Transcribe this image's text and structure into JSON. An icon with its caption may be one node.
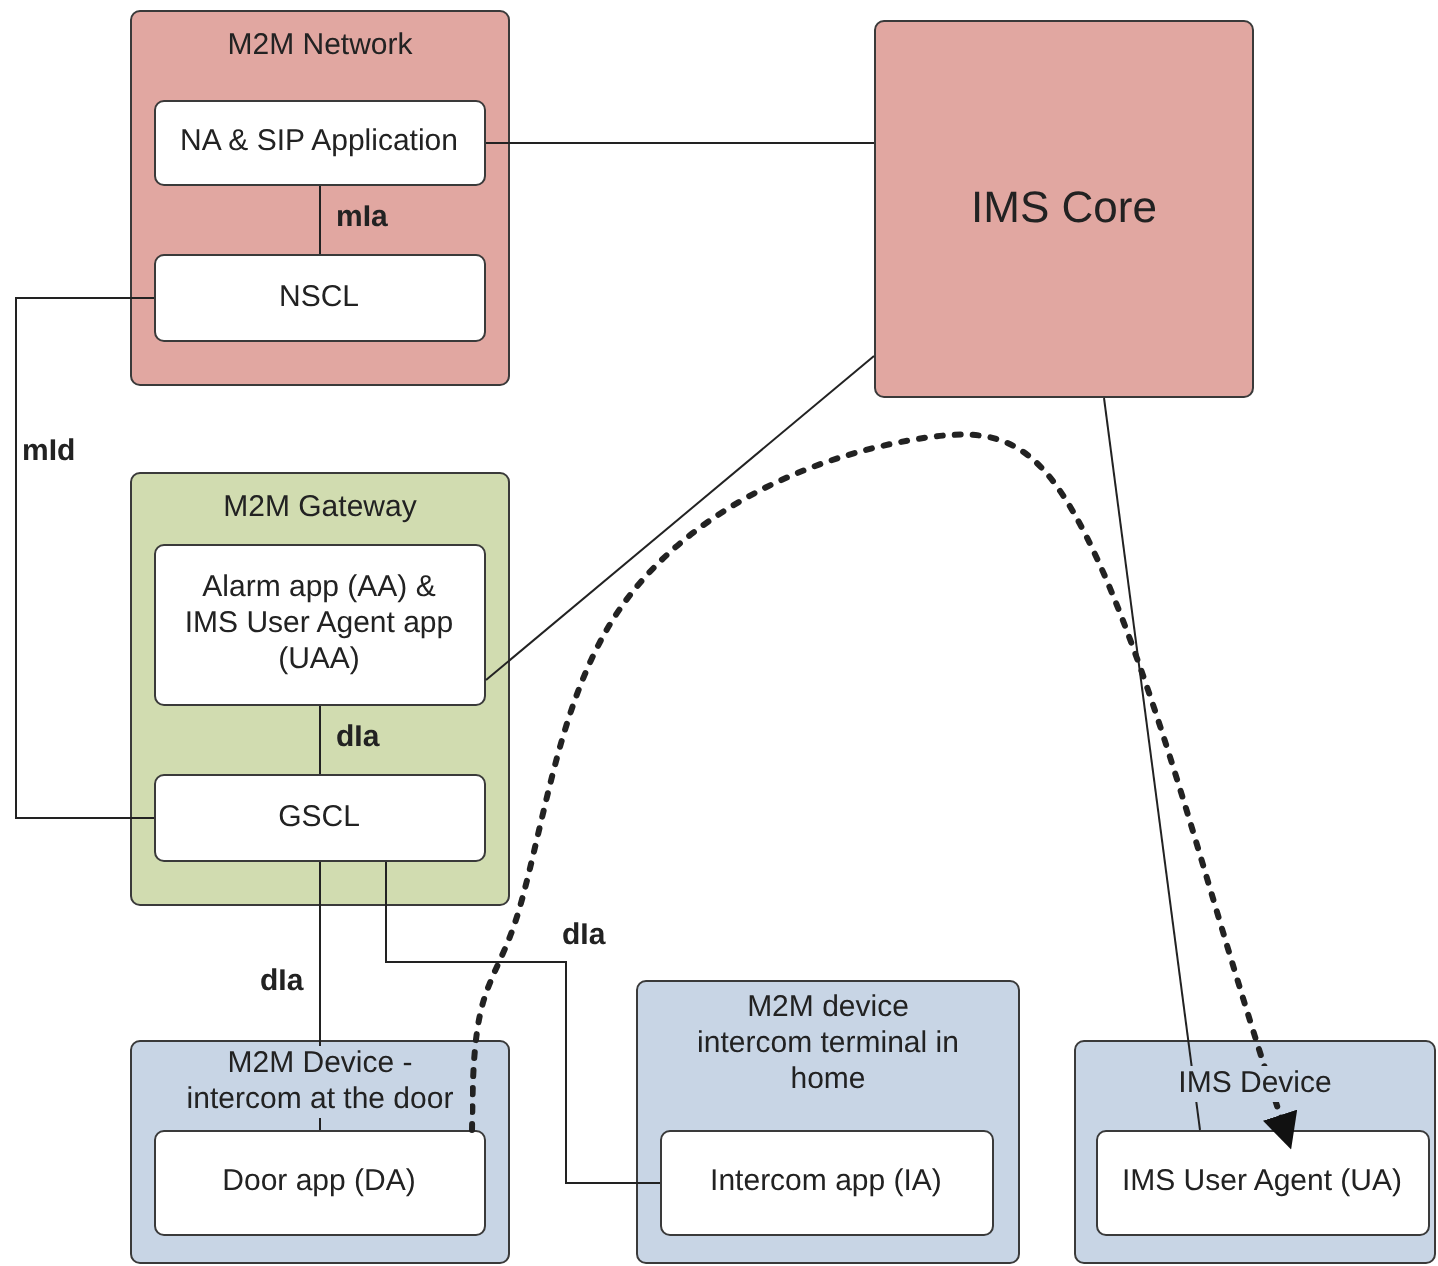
{
  "diagram": {
    "nodes": [
      {
        "text": [
          "M2M Network"
        ]
      },
      {
        "text": [
          "NA & SIP Application"
        ],
        "in": 0
      },
      {
        "text": [
          "NSCL"
        ],
        "in": 0
      },
      {
        "text": [
          "IMS Core"
        ]
      },
      {
        "text": [
          "M2M Gateway"
        ]
      },
      {
        "text": [
          "Alarm app (AA) & IMS User Agent app (UAA)"
        ],
        "in": 4
      },
      {
        "text": [
          "GSCL"
        ],
        "in": 4
      },
      {
        "text": [
          "M2M Device - intercom at the door"
        ]
      },
      {
        "text": [
          "Door app (DA)"
        ],
        "in": 7
      },
      {
        "text": [
          "M2M device intercom terminal in home"
        ]
      },
      {
        "text": [
          "Intercom app (IA)"
        ],
        "in": 9
      },
      {
        "text": [
          "IMS Device"
        ]
      },
      {
        "text": [
          "IMS User Agent (UA)"
        ],
        "in": 11
      }
    ],
    "edges": [
      {
        "from": 1,
        "to": 3,
        "arrow": "none"
      },
      {
        "from": 1,
        "to": 2,
        "arrow": "none",
        "label": "mIa"
      },
      {
        "from": 2,
        "to": 6,
        "arrow": "none",
        "label": "mId"
      },
      {
        "from": 5,
        "to": 3,
        "arrow": "none"
      },
      {
        "from": 5,
        "to": 6,
        "arrow": "none",
        "label": "dIa"
      },
      {
        "from": 6,
        "to": 8,
        "arrow": "none",
        "label": "dIa"
      },
      {
        "from": 6,
        "to": 10,
        "arrow": "none",
        "label": "dIa"
      },
      {
        "from": 3,
        "to": 12,
        "arrow": "none"
      },
      {
        "from": 8,
        "to": 12,
        "arrow": "to",
        "style": "dashed"
      }
    ]
  }
}
